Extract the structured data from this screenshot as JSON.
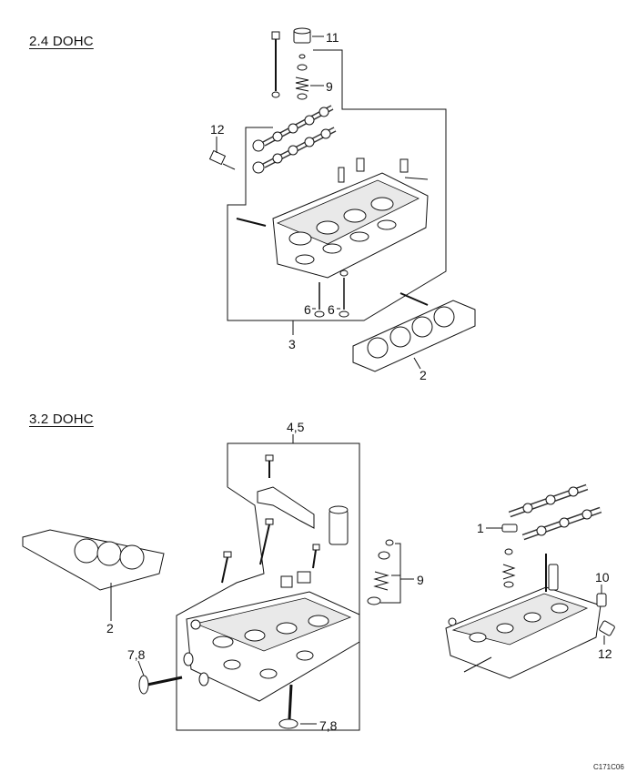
{
  "sections": {
    "top": {
      "title": "2.4 DOHC"
    },
    "bottom": {
      "title": "3.2 DOHC"
    }
  },
  "callouts": {
    "top": {
      "c11": "11",
      "c9": "9",
      "c12": "12",
      "c6a": "6",
      "c6b": "6",
      "c3": "3",
      "c2": "2"
    },
    "bottom": {
      "c45": "4,5",
      "c9": "9",
      "c2": "2",
      "c78a": "7,8",
      "c78b": "7,8",
      "c1": "1",
      "c10": "10",
      "c12": "12"
    }
  },
  "figure_id": "C171C06"
}
